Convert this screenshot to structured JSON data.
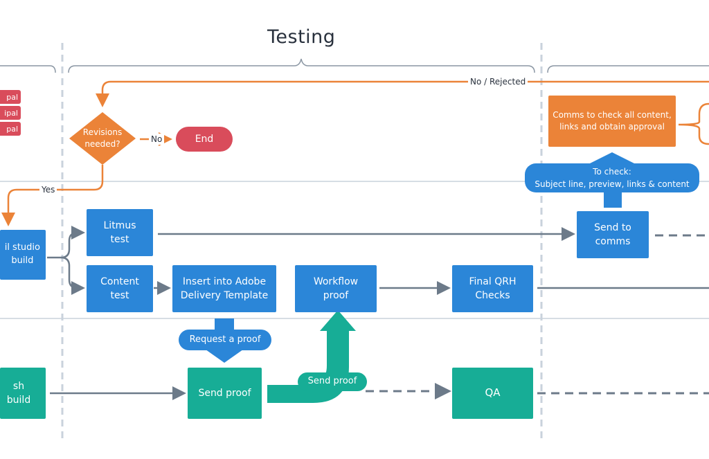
{
  "title": "Testing",
  "nodes": {
    "studio_build": "il studio\nbuild",
    "litmus_test": "Litmus\ntest",
    "content_test": "Content\ntest",
    "insert_template": "Insert into Adobe\nDelivery Template",
    "workflow_proof": "Workflow\nproof",
    "final_qrh": "Final QRH\nChecks",
    "send_to_comms": "Send to\ncomms",
    "comms_check": "Comms to check all content,\nlinks and obtain approval",
    "revisions_needed": "Revisions\nneeded?",
    "end": "End",
    "fresh_build": "sh build",
    "send_proof_box": "Send proof",
    "qa": "QA"
  },
  "callouts": {
    "to_check": "To check:\nSubject line, preview, links & content",
    "request_proof": "Request a proof",
    "send_proof_arrow": "Send proof"
  },
  "labels": {
    "no_rejected": "No / Rejected",
    "no": "No",
    "yes": "Yes"
  },
  "left_badges": [
    "pal",
    "ipal",
    "pal"
  ],
  "colors": {
    "blue": "#2b86d8",
    "green": "#17ad96",
    "orange": "#eb8338",
    "red": "#d94c5b",
    "connector_gray": "#6c7a89",
    "divider": "#c9d2dc",
    "text": "#29313d"
  }
}
